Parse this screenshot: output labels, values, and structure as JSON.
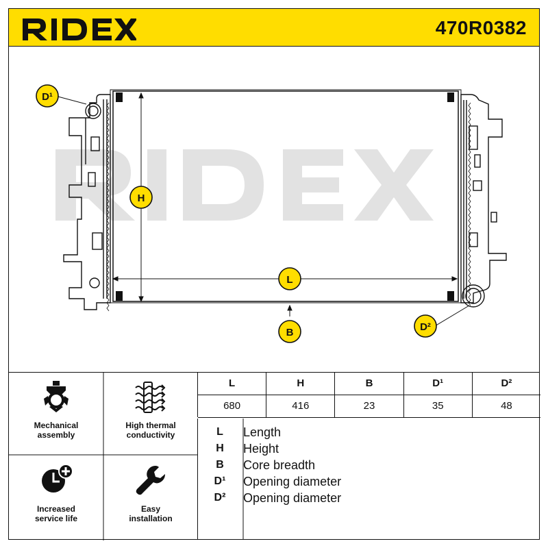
{
  "header": {
    "brand": "RIDEX",
    "part_number": "470R0382",
    "accent_color": "#ffdd00"
  },
  "drawing": {
    "watermark": "RIDEX",
    "callouts": {
      "d1": "D¹",
      "h": "H",
      "l": "L",
      "b": "B",
      "d2": "D²"
    }
  },
  "features": [
    {
      "icon": "mechanical-assembly-icon",
      "label": "Mechanical\nassembly"
    },
    {
      "icon": "thermal-conductivity-icon",
      "label": "High thermal\nconductivity"
    },
    {
      "icon": "service-life-clock-icon",
      "label": "Increased\nservice life"
    },
    {
      "icon": "wrench-icon",
      "label": "Easy\ninstallation"
    }
  ],
  "dimensions": {
    "headers": [
      "L",
      "H",
      "B",
      "D¹",
      "D²"
    ],
    "values": [
      "680",
      "416",
      "23",
      "35",
      "48"
    ]
  },
  "legend": [
    {
      "key": "L",
      "text": "Length"
    },
    {
      "key": "H",
      "text": "Height"
    },
    {
      "key": "B",
      "text": "Core breadth"
    },
    {
      "key": "D¹",
      "text": "Opening diameter"
    },
    {
      "key": "D²",
      "text": "Opening diameter"
    }
  ]
}
